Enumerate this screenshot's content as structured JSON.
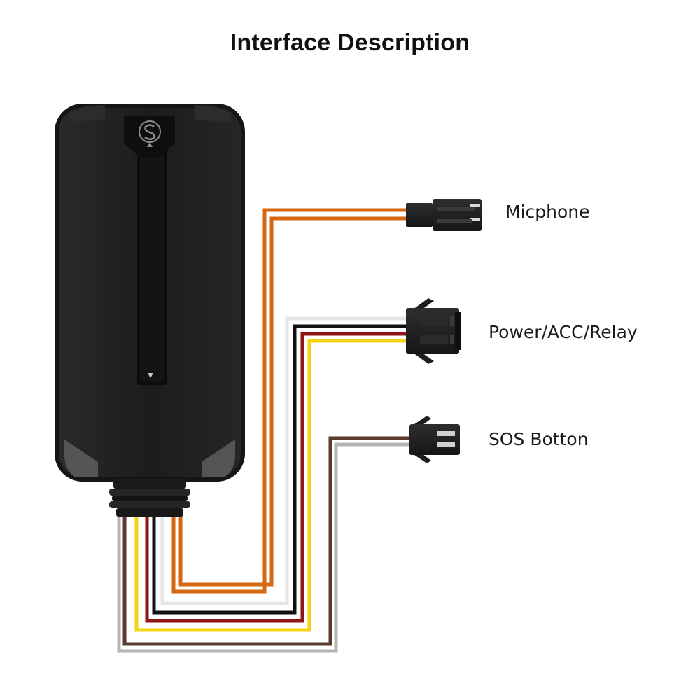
{
  "title": "Interface Description",
  "ports": {
    "microphone": {
      "label": "Micphone"
    },
    "power": {
      "label": "Power/ACC/Relay"
    },
    "sos": {
      "label": "SOS Botton"
    }
  },
  "device": {
    "brand_icon": "s-logo-icon",
    "body_color": "#1c1c1c"
  },
  "wire_colors": {
    "orange": "#d4670f",
    "white": "#e6e6e6",
    "black": "#111111",
    "red": "#8e1616",
    "yellow": "#f4d313",
    "brown": "#5a3a2c",
    "gray": "#b4b4b4"
  }
}
